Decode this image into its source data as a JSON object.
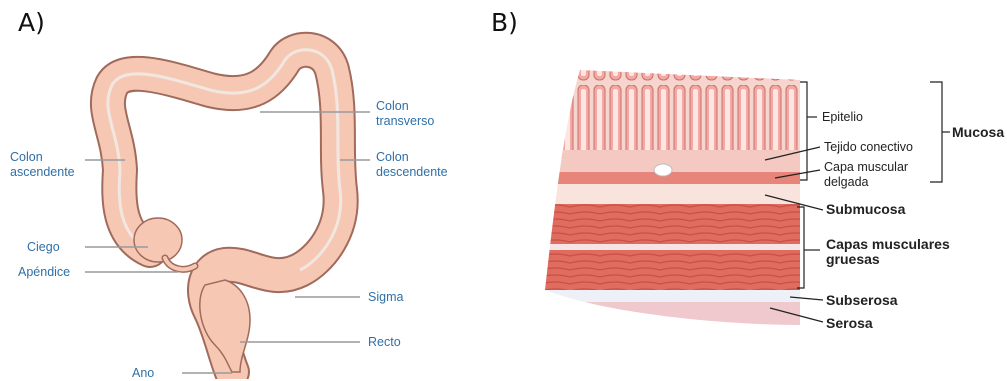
{
  "panels": {
    "a": {
      "letter": "A)",
      "labels": {
        "colon_transverso": [
          "Colon",
          "transverso"
        ],
        "colon_ascendente": [
          "Colon",
          "ascendente"
        ],
        "colon_descendente": [
          "Colon",
          "descendente"
        ],
        "ciego": "Ciego",
        "apendice": "Apéndice",
        "sigma": "Sigma",
        "recto": "Recto",
        "ano": "Ano"
      }
    },
    "b": {
      "letter": "B)",
      "labels": {
        "epitelio": "Epitelio",
        "tejido_conectivo": "Tejido conectivo",
        "capa_muscular_delgada": [
          "Capa muscular",
          "delgada"
        ],
        "mucosa": "Mucosa",
        "submucosa": "Submucosa",
        "capas_musculares_gruesas": [
          "Capas musculares",
          "gruesas"
        ],
        "subserosa": "Subserosa",
        "serosa": "Serosa"
      }
    }
  },
  "colors": {
    "label_blue": "#2f6fa8",
    "colon_skin": "#f6c8b4",
    "colon_outline": "#a06a5c",
    "tissue_red": "#e0695e"
  }
}
